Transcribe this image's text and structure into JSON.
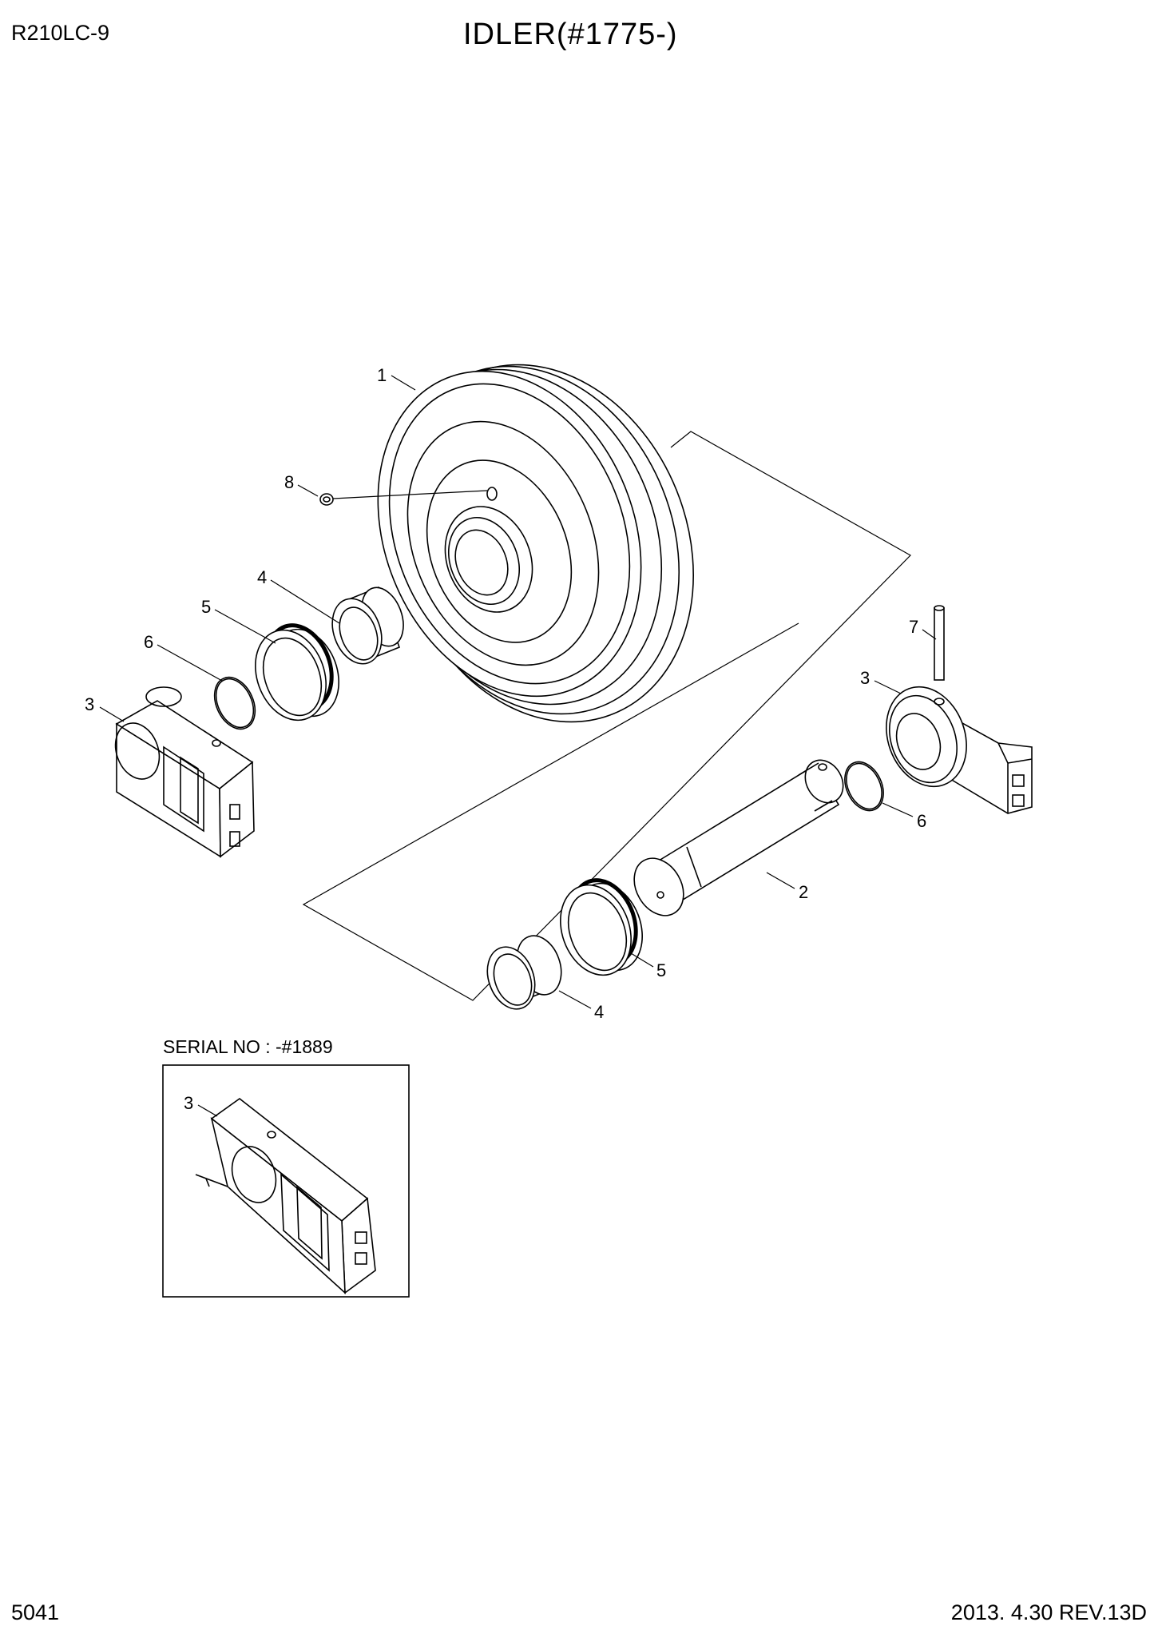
{
  "header": {
    "model": "R210LC-9",
    "title": "IDLER(#1775-)"
  },
  "footer": {
    "page_number": "5041",
    "revision": "2013. 4.30  REV.13D"
  },
  "inset": {
    "caption": "SERIAL NO : -#1889",
    "callout": "3"
  },
  "callouts": {
    "idler": "1",
    "shaft": "2",
    "bracket_left": "3",
    "bracket_right": "3",
    "bushing_upper": "4",
    "bushing_lower": "4",
    "seal_upper": "5",
    "seal_lower": "5",
    "oring_left": "6",
    "oring_right": "6",
    "pin": "7",
    "plug": "8"
  }
}
